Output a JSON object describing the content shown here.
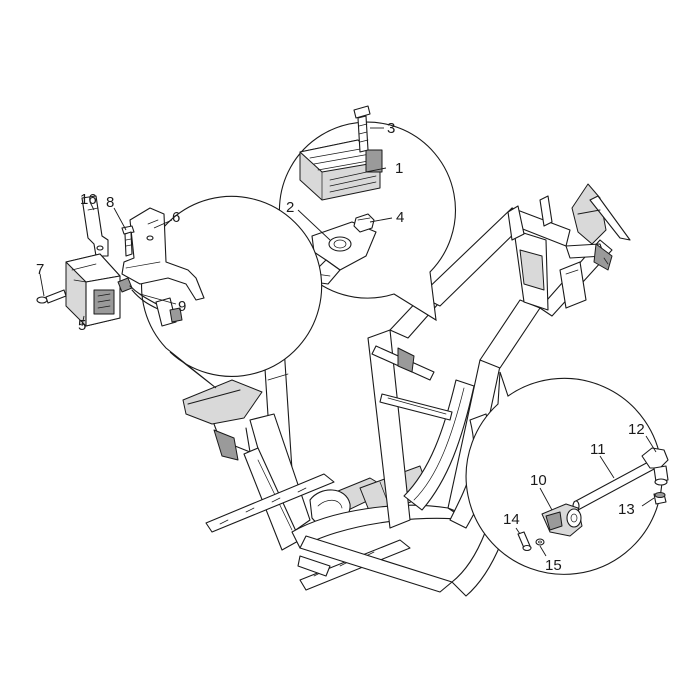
{
  "part_labels": {
    "p1": "1",
    "p2": "2",
    "p3": "3",
    "p4": "4",
    "p5": "5",
    "p6": "6",
    "p7": "7",
    "p8": "8",
    "p9": "9",
    "p10": "10",
    "p11": "11",
    "p12": "12",
    "p13": "13",
    "p14": "14",
    "p15": "15",
    "p16": "16"
  },
  "colors": {
    "line": "#1a1a1a",
    "shade_light": "#d9d9d9",
    "shade_dark": "#9a9a9a",
    "background": "#ffffff"
  }
}
